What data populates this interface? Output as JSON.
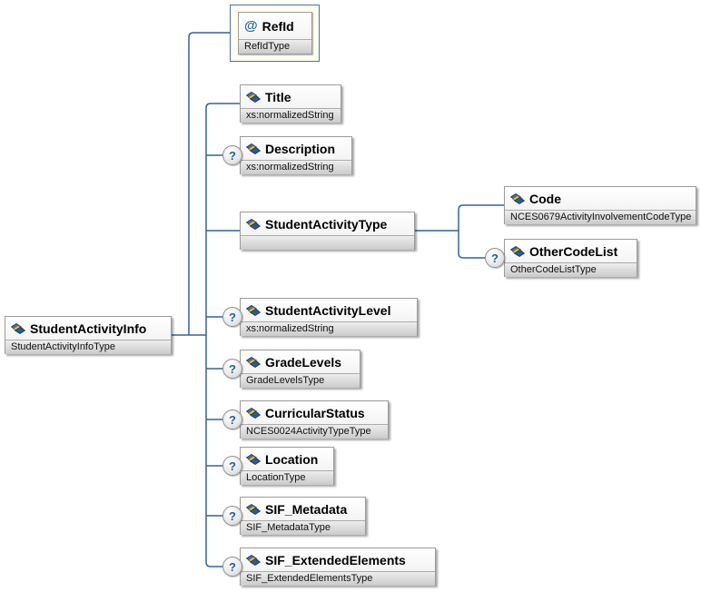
{
  "diagram": {
    "root": {
      "name": "StudentActivityInfo",
      "type": "StudentActivityInfoType"
    },
    "attribute": {
      "glyph": "@",
      "name": "RefId",
      "type": "RefIdType"
    },
    "elements": [
      {
        "name": "Title",
        "type": "xs:normalizedString",
        "optional": false
      },
      {
        "name": "Description",
        "type": "xs:normalizedString",
        "optional": true
      },
      {
        "name": "StudentActivityType",
        "type": "",
        "optional": false
      },
      {
        "name": "StudentActivityLevel",
        "type": "xs:normalizedString",
        "optional": true
      },
      {
        "name": "GradeLevels",
        "type": "GradeLevelsType",
        "optional": true
      },
      {
        "name": "CurricularStatus",
        "type": "NCES0024ActivityTypeType",
        "optional": true
      },
      {
        "name": "Location",
        "type": "LocationType",
        "optional": true
      },
      {
        "name": "SIF_Metadata",
        "type": "SIF_MetadataType",
        "optional": true
      },
      {
        "name": "SIF_ExtendedElements",
        "type": "SIF_ExtendedElementsType",
        "optional": true
      }
    ],
    "student_activity_type_children": [
      {
        "name": "Code",
        "type": "NCES0679ActivityInvolvementCodeType",
        "optional": false
      },
      {
        "name": "OtherCodeList",
        "type": "OtherCodeListType",
        "optional": true
      }
    ],
    "optional_indicator": "?",
    "colors": {
      "connector": "#356494",
      "box_border": "#9b9b9b",
      "type_row_bg": "#d9d9d9",
      "attribute_wrapper_bg": "#fffff0",
      "attribute_wrapper_border": "#4a72a0",
      "icon_blue": "#3f6fb3",
      "icon_yellow": "#f3c53d"
    }
  }
}
